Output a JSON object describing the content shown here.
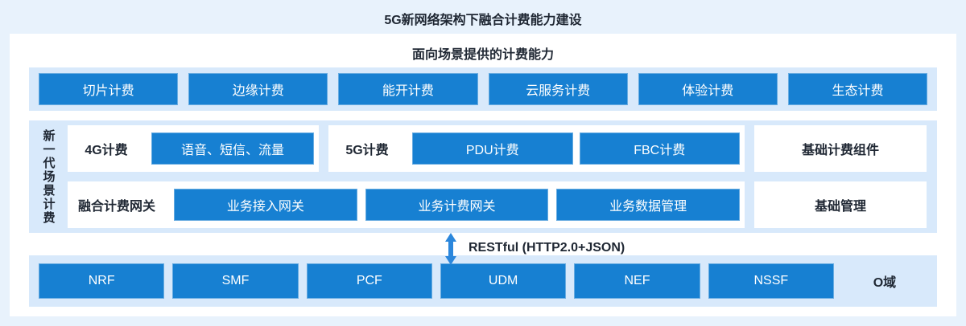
{
  "page": {
    "title": "5G新网络架构下融合计费能力建设"
  },
  "capabilities": {
    "header": "面向场景提供的计费能力",
    "items": [
      "切片计费",
      "边缘计费",
      "能开计费",
      "云服务计费",
      "体验计费",
      "生态计费"
    ]
  },
  "scene_billing": {
    "side_label": "新一代场景计费",
    "row1": {
      "group_4g": {
        "label": "4G计费",
        "buttons": [
          "语音、短信、流量"
        ]
      },
      "group_5g": {
        "label": "5G计费",
        "buttons": [
          "PDU计费",
          "FBC计费"
        ]
      },
      "right_box": "基础计费组件"
    },
    "row2": {
      "gateway": {
        "label": "融合计费网关",
        "buttons": [
          "业务接入网关",
          "业务计费网关",
          "业务数据管理"
        ]
      },
      "right_box": "基础管理"
    }
  },
  "connector": {
    "label": "RESTful (HTTP2.0+JSON)"
  },
  "network": {
    "items": [
      "NRF",
      "SMF",
      "PCF",
      "UDM",
      "NEF",
      "NSSF"
    ],
    "domain_label": "O域"
  },
  "icons": {
    "connector_arrow": "vertical-double-arrow"
  },
  "colors": {
    "page_background": "#E8F2FC",
    "panel_background": "#FFFFFF",
    "strip_background": "#D8E9FB",
    "block_blue": "#1780D2",
    "arrow_blue": "#2B87DC",
    "dark_text": "#1F2733",
    "block_text": "#FFFFFF"
  }
}
